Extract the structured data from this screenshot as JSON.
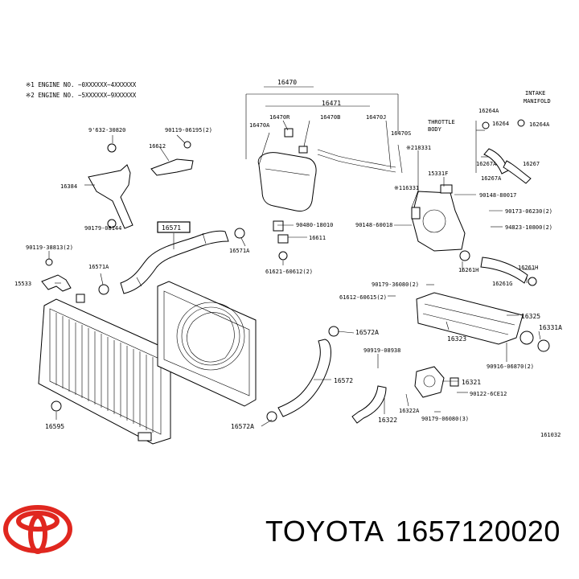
{
  "diagram": {
    "notes": [
      "※1 ENGINE NO. ~0XXXXXX~4XXXXXX",
      "※2 ENGINE NO. ~5XXXXXX~9XXXXXX"
    ],
    "highlighted_part": "16571",
    "figure_number": "161032",
    "callouts": {
      "c16470": "16470",
      "c16471": "16471",
      "c16470R": "16470R",
      "c16470B": "16470B",
      "c16470J": "16470J",
      "c16470A": "16470A",
      "c16470S": "16470S",
      "c218331": "※218331",
      "c116331": "※116331",
      "c15331F": "15331F",
      "c16264A_top": "16264A",
      "c16264A_right": "16264A",
      "c16264": "16264",
      "c16267": "16267",
      "c16267A": "16267A",
      "intake": "INTAKE",
      "manifold": "MANIFOLD",
      "throttle": "THROTTLE",
      "body": "BODY",
      "c90148": "90148-80017",
      "c90173": "90173-06230(2)",
      "c94823": "94823-10800(2)",
      "c16261H_top": "16261H",
      "c16261H": "16261H",
      "c16261G": "16261G",
      "c90148_60018": "90148-60018",
      "c9632": "9'632-30820",
      "c90119_06195": "90119-06195(2)",
      "c16612": "16612",
      "c16384": "16384",
      "c90179": "90179-08144",
      "c90119_38813": "90119-38813(2)",
      "c16571A": "16571A",
      "c15533": "15533",
      "c16571": "16571",
      "c16571A_right": "16571A",
      "c90480": "90480-18010",
      "c16611": "16611",
      "c61621": "61621-60612(2)",
      "c90179_36080": "90179-36080(2)",
      "c61612": "61612-60615(2)",
      "c16323": "16323",
      "c16325": "16325",
      "c16331A": "16331A",
      "c90916": "90916-06870(2)",
      "c16572A_top": "16572A",
      "c90919": "90919-08938",
      "c16572": "16572",
      "c16321": "16321",
      "c90122": "90122-6CE12",
      "c16322A": "16322A",
      "c90179_06080": "90179-06080(3)",
      "c16322": "16322",
      "c16572A": "16572A",
      "c16595": "16595"
    }
  },
  "footer": {
    "brand": "TOYOTA",
    "part_number": "1657120020"
  },
  "colors": {
    "logo_red": "#e0271f",
    "ink": "#000000",
    "background": "#ffffff"
  }
}
